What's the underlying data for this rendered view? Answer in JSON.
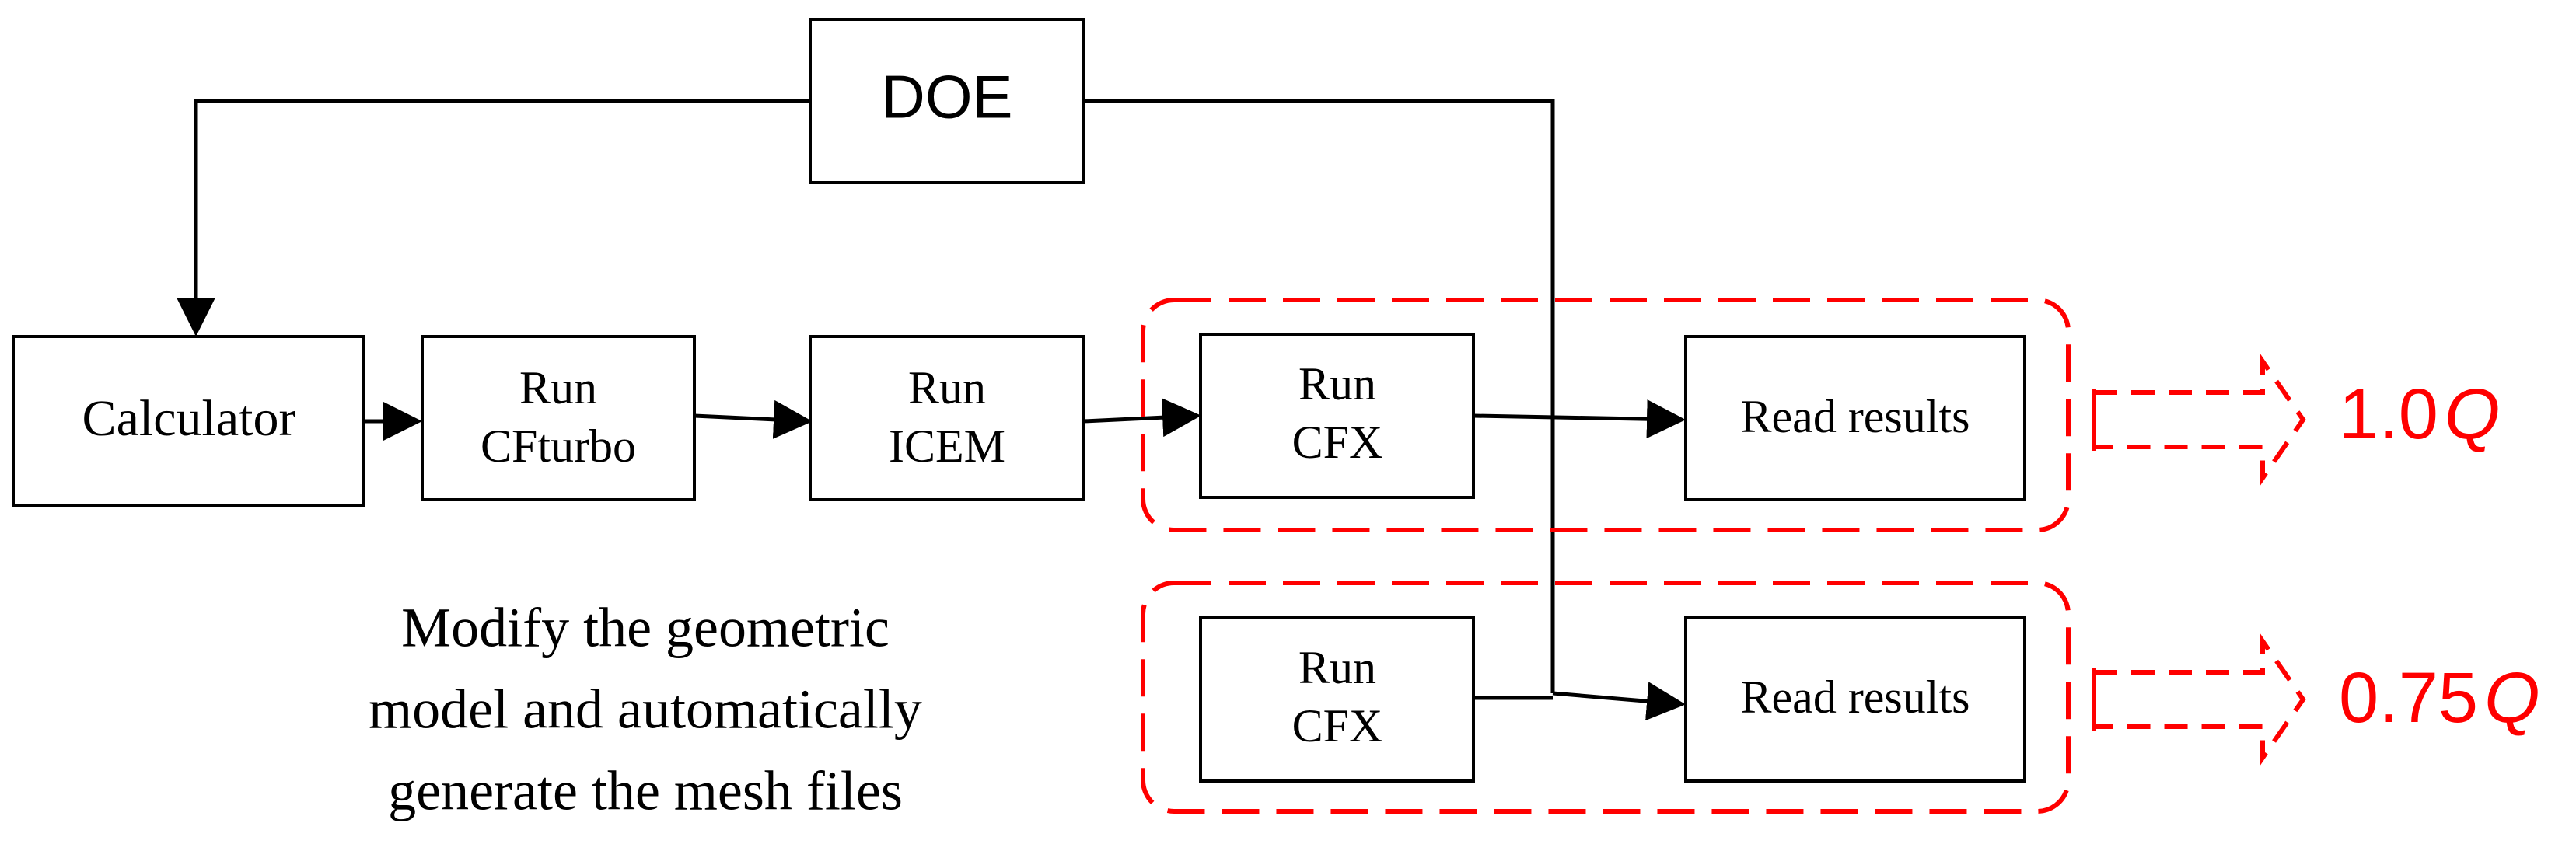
{
  "diagram": {
    "doe": "DOE",
    "calculator": "Calculator",
    "cfturbo": [
      "Run",
      "CFturbo"
    ],
    "icem": [
      "Run",
      "ICEM"
    ],
    "cfx_top": [
      "Run",
      "CFX"
    ],
    "read_top": "Read results",
    "cfx_bottom": [
      "Run",
      "CFX"
    ],
    "read_bottom": "Read results",
    "flow_top": {
      "number": "1.0",
      "unit": "Q"
    },
    "flow_bottom": {
      "number": "0.75",
      "unit": "Q"
    },
    "caption": [
      "Modify the geometric",
      "model and automatically",
      "generate the mesh files"
    ]
  },
  "colors": {
    "line": "#000000",
    "highlight": "#ff0000"
  }
}
